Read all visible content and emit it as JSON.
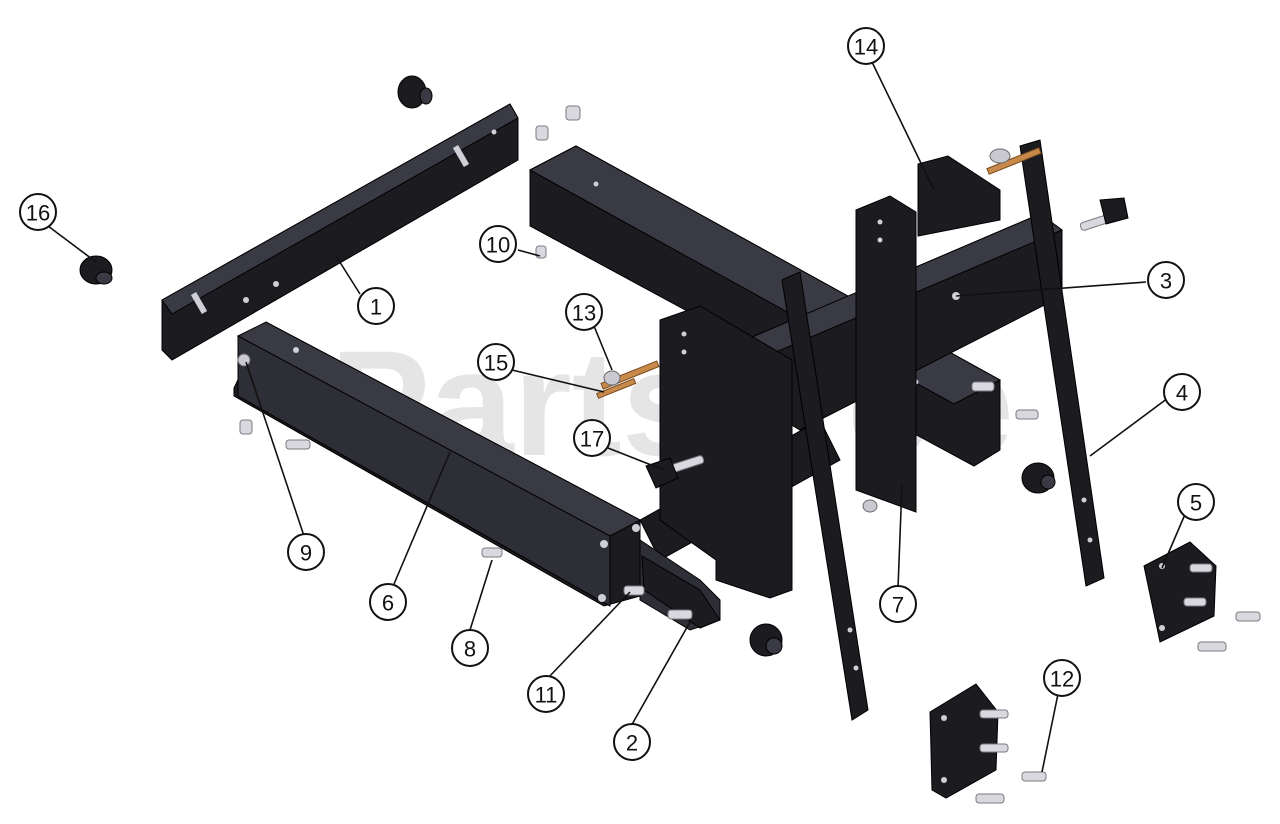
{
  "watermark": "PartsTree",
  "callouts": [
    {
      "id": "1",
      "label": "1"
    },
    {
      "id": "2",
      "label": "2"
    },
    {
      "id": "3",
      "label": "3"
    },
    {
      "id": "4",
      "label": "4"
    },
    {
      "id": "5",
      "label": "5"
    },
    {
      "id": "6",
      "label": "6"
    },
    {
      "id": "7",
      "label": "7"
    },
    {
      "id": "8",
      "label": "8"
    },
    {
      "id": "9",
      "label": "9"
    },
    {
      "id": "10",
      "label": "10"
    },
    {
      "id": "11",
      "label": "11"
    },
    {
      "id": "12",
      "label": "12"
    },
    {
      "id": "13",
      "label": "13"
    },
    {
      "id": "14",
      "label": "14"
    },
    {
      "id": "15",
      "label": "15"
    },
    {
      "id": "16",
      "label": "16"
    },
    {
      "id": "17",
      "label": "17"
    }
  ],
  "colors": {
    "part": "#1b1b20",
    "brass": "#c78a4a",
    "bolt": "#c9c9cf"
  }
}
